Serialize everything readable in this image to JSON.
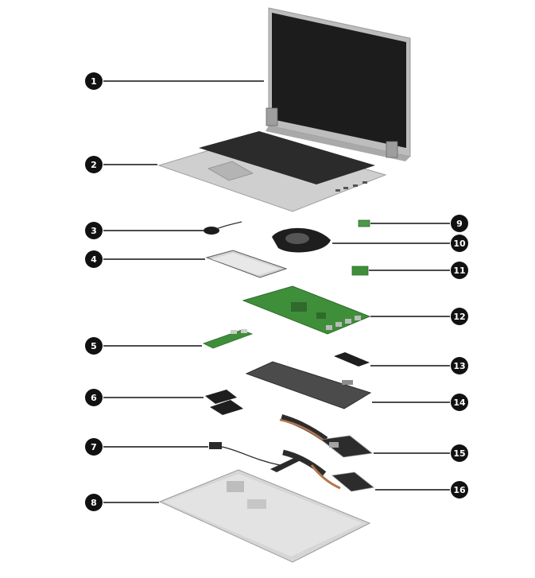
{
  "callouts": [
    {
      "number": "1",
      "part": "display-assembly"
    },
    {
      "number": "2",
      "part": "top-cover-keyboard"
    },
    {
      "number": "3",
      "part": "coin-battery"
    },
    {
      "number": "4",
      "part": "touchpad"
    },
    {
      "number": "5",
      "part": "usb-board"
    },
    {
      "number": "6",
      "part": "speakers"
    },
    {
      "number": "7",
      "part": "power-connector-cable"
    },
    {
      "number": "8",
      "part": "bottom-cover"
    },
    {
      "number": "9",
      "part": "wwan-module"
    },
    {
      "number": "10",
      "part": "fan"
    },
    {
      "number": "11",
      "part": "wlan-module"
    },
    {
      "number": "12",
      "part": "system-board"
    },
    {
      "number": "13",
      "part": "solid-state-drive"
    },
    {
      "number": "14",
      "part": "battery"
    },
    {
      "number": "15",
      "part": "heat-sink-discrete"
    },
    {
      "number": "16",
      "part": "heat-sink-uma"
    }
  ],
  "colors": {
    "badge": "#111111",
    "badge_text": "#ffffff",
    "leader": "#111111",
    "screen": "#1c1c1c",
    "bezel": "#bdbdbd",
    "aluminum": "#c8c8c8",
    "keyboard": "#2b2b2b",
    "pcb_green": "#3f8f3a",
    "metal_dark": "#2c2c2c",
    "copper": "#b5754a"
  }
}
